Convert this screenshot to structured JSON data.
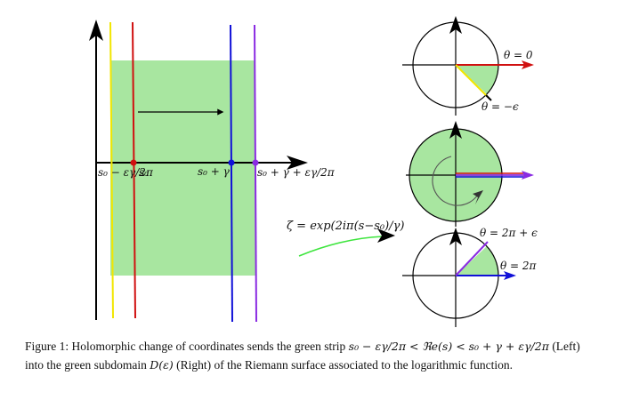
{
  "colors": {
    "green_fill": "#a8e6a0",
    "yellow": "#f2e600",
    "red": "#d01010",
    "blue": "#1010d8",
    "purple": "#8a2be2",
    "bright_green": "#3de53d",
    "axis": "#000000"
  },
  "left_panel": {
    "label_s0_minus": "s₀ − εγ/2π",
    "label_s0": "s₀",
    "label_s0_plus_gamma": "s₀ + γ",
    "label_s0_plus_gamma_plus": "s₀ + γ + εγ/2π"
  },
  "map_formula": "ζ = exp(2iπ(s−s₀)/γ)",
  "right_panels": {
    "top": {
      "label_theta0": "θ = 0",
      "label_theta_minus": "θ = −ϵ"
    },
    "bottom": {
      "label_theta_2pi_plus": "θ = 2π + ϵ",
      "label_theta_2pi": "θ = 2π"
    }
  },
  "caption": {
    "prefix": "Figure 1: Holomorphic change of coordinates sends the green strip",
    "math_strip": "s₀ − εγ/2π < ℜe(s) < s₀ + γ + εγ/2π",
    "middle": "(Left) into the green subdomain",
    "math_domain": "D(ε)",
    "suffix": "(Right) of the Riemann surface associated to the logarithmic function."
  }
}
